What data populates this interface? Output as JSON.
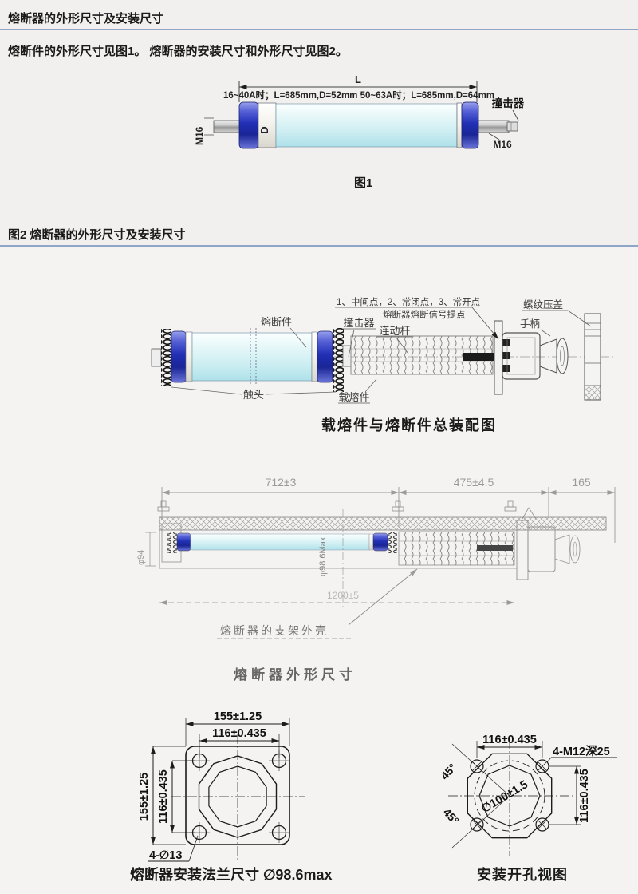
{
  "page": {
    "title": "熔断器的外形尺寸及安装尺寸",
    "intro": "熔断件的外形尺寸见图1。 熔断器的安装尺寸和外形尺寸见图2。",
    "section2_title": "图2 熔断器的外形尺寸及安装尺寸"
  },
  "fig1": {
    "dim_L": "L",
    "spec": "16~40A时；L=685mm,D=52mm  50~63A时；L=685mm,D=64mm",
    "d_label": "D",
    "m16_left": "M16",
    "m16_right": "M16",
    "striker": "撞击器",
    "caption": "图1"
  },
  "asm": {
    "fuse_element": "熔断件",
    "contact": "触头",
    "carrier": "载熔件",
    "striker": "撞击器",
    "link_rod": "连动杆",
    "note1": "1、中间点，2、常闭点，3、常开点",
    "note2": "熔断器熔断信号提点",
    "gland": "螺纹压盖",
    "handle": "手柄",
    "caption": "载熔件与熔断件总装配图"
  },
  "outline": {
    "dim1": "712±3",
    "dim2": "475±4.5",
    "dim3": "165",
    "d94": "φ94",
    "d986": "φ98.6Max",
    "bottom_dim": "1200±5",
    "bracket_note": "熔断器的支架外壳",
    "caption": "熔断器外形尺寸"
  },
  "flange": {
    "top_outer": "155±1.25",
    "top_inner": "116±0.435",
    "left_outer": "155±1.25",
    "left_inner": "116±0.435",
    "holes": "4-∅13",
    "caption": "熔断器安装法兰尺寸 ∅98.6max"
  },
  "drill": {
    "top": "116±0.435",
    "holes": "4-M12深25",
    "right": "116±0.435",
    "circle": "∅100±1.5",
    "angle_a": "45°",
    "angle_b": "45°",
    "caption": "安装开孔视图"
  },
  "colors": {
    "rule_blue": "#8fa6c8",
    "cap_blue": "#2230b6",
    "body_cyan": "#cdeef2"
  }
}
